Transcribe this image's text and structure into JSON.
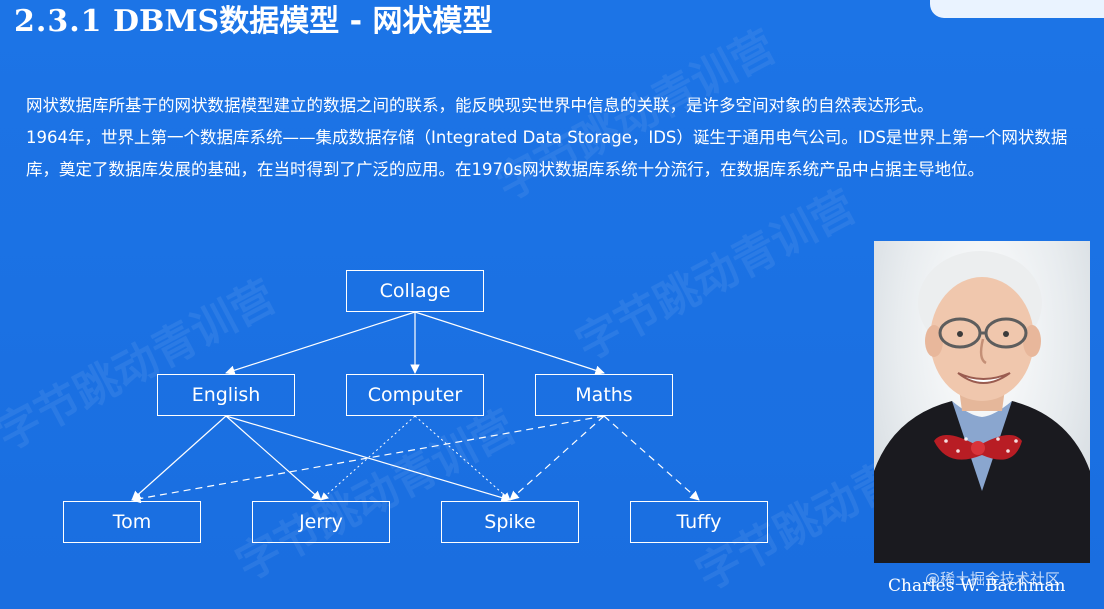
{
  "slide": {
    "title_number": "2.3.1",
    "title_text_en": "DBMS",
    "title_text_zh": "数据模型 - 网状模型",
    "paragraphs": [
      "网状数据库所基于的网状数据模型建立的数据之间的联系，能反映现实世界中信息的关联，是许多空间对象的自然表达形式。",
      "1964年，世界上第一个数据库系统——集成数据存储（Integrated Data Storage，IDS）诞生于通用电气公司。IDS是世界上第一个网状数据库，奠定了数据库发展的基础，在当时得到了广泛的应用。在1970s网状数据库系统十分流行，在数据库系统产品中占据主导地位。"
    ],
    "watermark": "字节跳动青训营",
    "photo_caption": "Charles W. Bachman",
    "credit": "@稀土掘金技术社区"
  },
  "diagram": {
    "nodes": {
      "collage": "Collage",
      "english": "English",
      "computer": "Computer",
      "maths": "Maths",
      "tom": "Tom",
      "jerry": "Jerry",
      "spike": "Spike",
      "tuffy": "Tuffy"
    },
    "edges": [
      {
        "from": "collage",
        "to": "english",
        "style": "solid"
      },
      {
        "from": "collage",
        "to": "computer",
        "style": "solid"
      },
      {
        "from": "collage",
        "to": "maths",
        "style": "solid"
      },
      {
        "from": "english",
        "to": "tom",
        "style": "solid"
      },
      {
        "from": "english",
        "to": "jerry",
        "style": "solid"
      },
      {
        "from": "english",
        "to": "spike",
        "style": "solid"
      },
      {
        "from": "computer",
        "to": "jerry",
        "style": "dotted"
      },
      {
        "from": "computer",
        "to": "spike",
        "style": "dotted"
      },
      {
        "from": "maths",
        "to": "tom",
        "style": "dashed"
      },
      {
        "from": "maths",
        "to": "spike",
        "style": "dashed"
      },
      {
        "from": "maths",
        "to": "tuffy",
        "style": "dashed"
      }
    ]
  },
  "colors": {
    "background": "#1c74e6",
    "line": "#ffffff",
    "text": "#ffffff"
  }
}
